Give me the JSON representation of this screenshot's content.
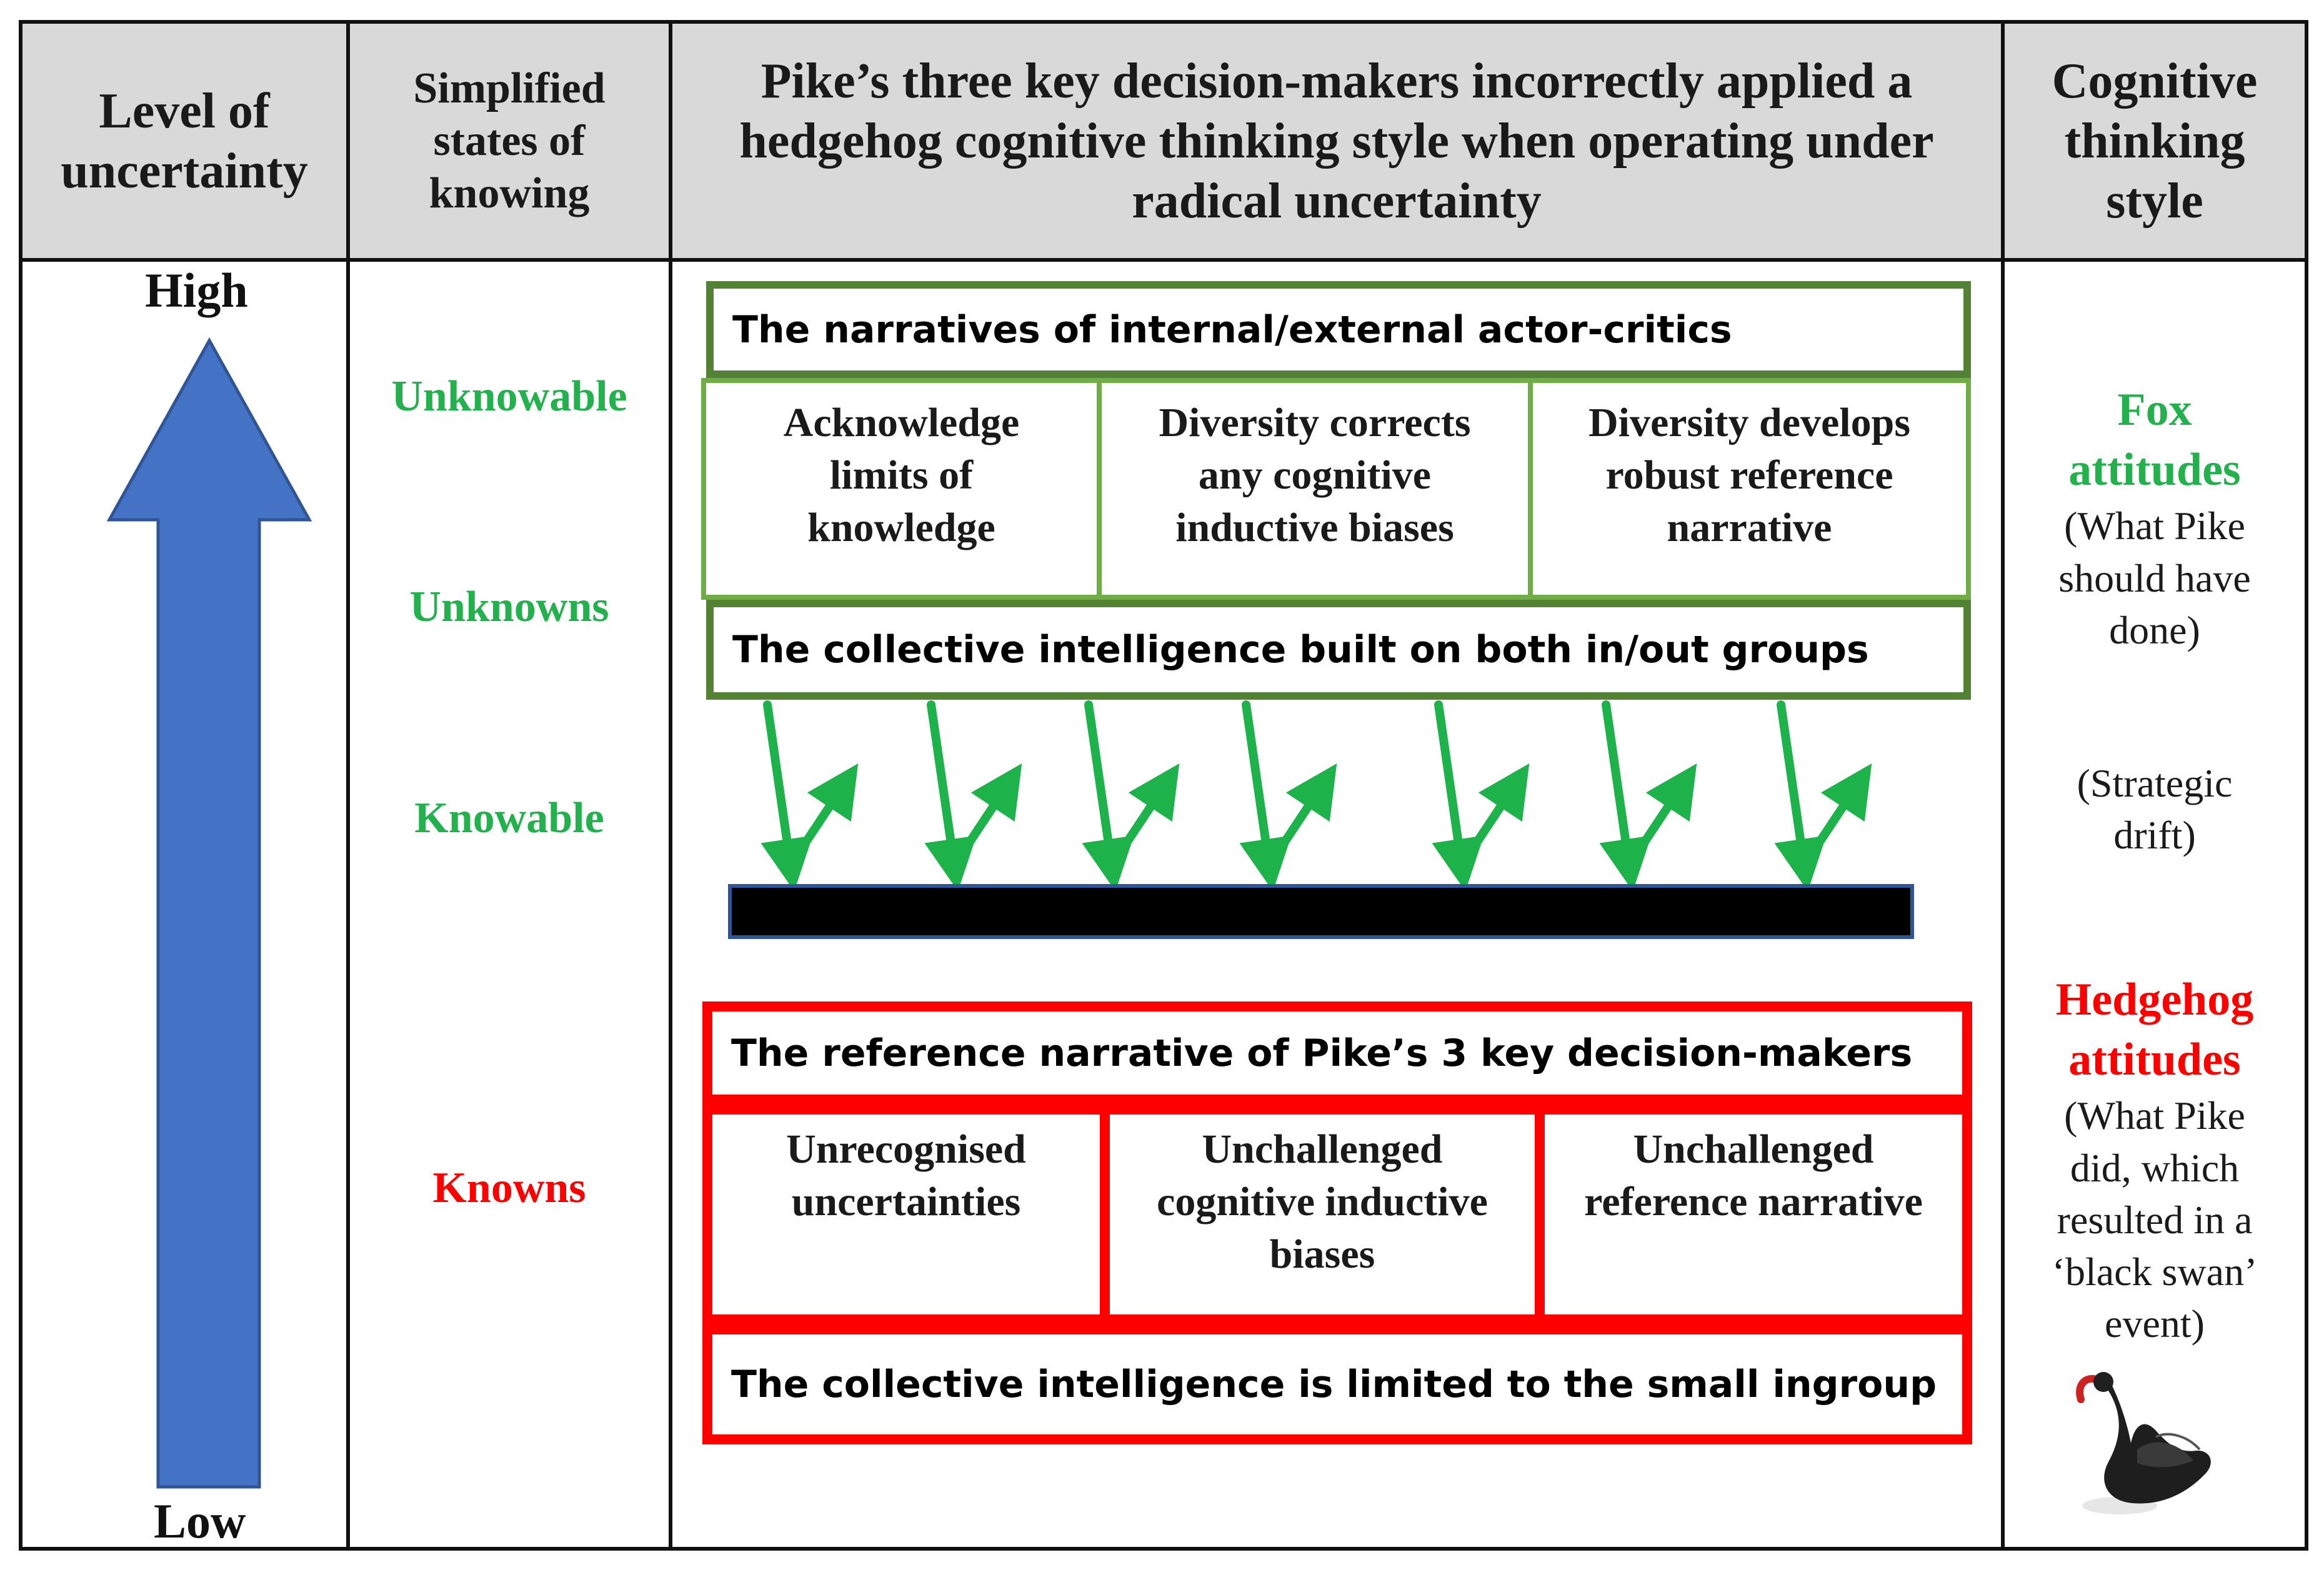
{
  "headers": {
    "col1": [
      "Level of",
      "uncertainty"
    ],
    "col2": [
      "Simplified",
      "states of",
      "knowing"
    ],
    "col3": [
      "Pike’s three key decision-makers incorrectly applied a",
      "hedgehog cognitive thinking style when operating under",
      "radical uncertainty"
    ],
    "col4": [
      "Cognitive",
      "thinking",
      "style"
    ]
  },
  "arrow": {
    "top_label": "High",
    "bottom_label": "Low",
    "color": "#4472c4"
  },
  "states": {
    "unknowable": "Unknowable",
    "unknowns": "Unknowns",
    "knowable": "Knowable",
    "knowns": "Knowns"
  },
  "fox": {
    "narratives": "The narratives of internal/external actor-critics",
    "cells": [
      [
        "Acknowledge",
        "limits of",
        "knowledge"
      ],
      [
        "Diversity corrects",
        "any cognitive",
        "inductive biases"
      ],
      [
        "Diversity develops",
        "robust reference",
        "narrative"
      ]
    ],
    "collective": "The collective intelligence built on both in/out groups"
  },
  "hedgehog": {
    "reference": "The reference narrative of Pike’s 3 key decision-makers",
    "cells": [
      [
        "Unrecognised",
        "uncertainties"
      ],
      [
        "Unchallenged",
        "cognitive inductive",
        "biases"
      ],
      [
        "Unchallenged",
        "reference narrative"
      ]
    ],
    "collective": "The collective intelligence is limited to the small ingroup"
  },
  "styles": {
    "fox_title": [
      "Fox",
      "attitudes"
    ],
    "fox_note": [
      "(What Pike",
      "should have",
      "done)"
    ],
    "drift": [
      "(Strategic",
      "drift)"
    ],
    "hedgehog_title": [
      "Hedgehog",
      "attitudes"
    ],
    "hedgehog_note": [
      "(What Pike",
      "did, which",
      "resulted in a",
      "‘black swan’",
      "event)"
    ]
  },
  "colors": {
    "header_bg": "#d9d9d9",
    "green_text": "#22b14c",
    "red": "#ff0000",
    "dark_green": "#548235",
    "light_green": "#70ad47",
    "arrow_green": "#1db34a",
    "bar_border": "#2f5597"
  },
  "icons": {
    "swan": "black-swan-icon",
    "bounce_arrows": "bounce-arrow-icon"
  }
}
